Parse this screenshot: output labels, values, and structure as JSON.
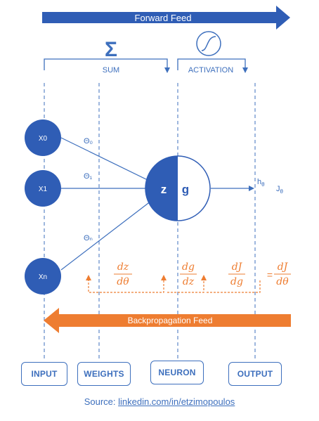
{
  "forward_feed_label": "Forward Feed",
  "backprop_label": "Backpropagation Feed",
  "sigma_symbol": "Σ",
  "sum_label": "SUM",
  "activation_label": "ACTIVATION",
  "inputs": [
    "X0",
    "X1",
    "Xn"
  ],
  "weights": [
    "Θ₀",
    "Θ₁",
    "Θₙ"
  ],
  "neuron": {
    "z_label": "z",
    "g_label": "g"
  },
  "output_label": "h",
  "output_subscript": "θ",
  "cost_label": "J",
  "cost_subscript": "θ",
  "derivatives": [
    {
      "num": "dz",
      "den": "dθ"
    },
    {
      "num": "dg",
      "den": "dz"
    },
    {
      "num": "dJ",
      "den": "dg"
    },
    {
      "num": "dJ",
      "den": "dθ"
    }
  ],
  "equals_sign": "=",
  "boxes": {
    "input": "INPUT",
    "weights": "WEIGHTS",
    "neuron": "NEURON",
    "output": "OUTPUT"
  },
  "source": {
    "prefix": "Source: ",
    "link": "linkedin.com/in/etzimopoulos"
  },
  "colors": {
    "blue": "#3d6fbd",
    "node_blue": "#2f5db5",
    "orange": "#ee7d31"
  }
}
